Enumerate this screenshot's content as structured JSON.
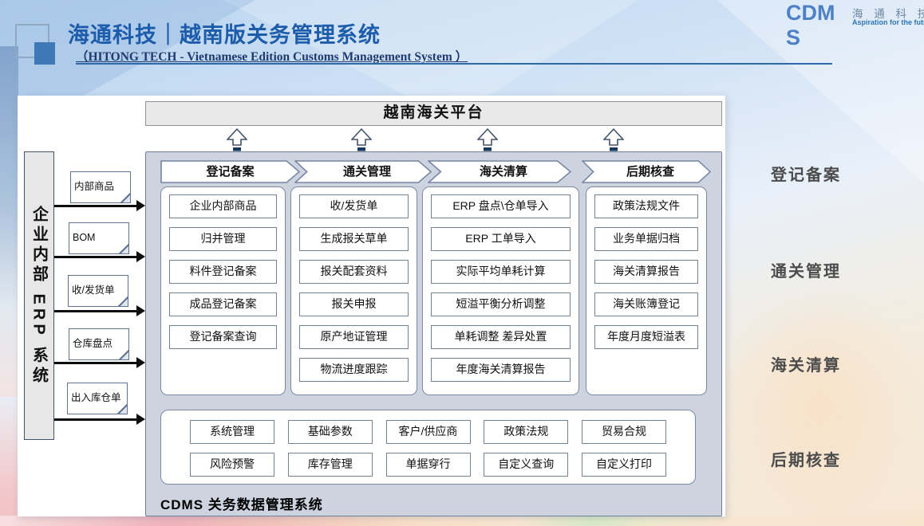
{
  "header": {
    "title": "海通科技｜越南版关务管理系统",
    "subtitle": "（HITONG TECH - Vietnamese Edition Customs Management System ）"
  },
  "brand": {
    "logo": "CDMS",
    "company": "海 通 科 技",
    "slogan": "Aspiration for the future"
  },
  "platform": {
    "label": "越南海关平台"
  },
  "erp": {
    "label": "企业内部 ERP 系统",
    "docs": [
      "内部商品",
      "BOM",
      "收/发货单",
      "仓库盘点",
      "出入库仓单"
    ]
  },
  "columns": [
    {
      "header": "登记备案",
      "items": [
        "企业内部商品",
        "归并管理",
        "料件登记备案",
        "成品登记备案",
        "登记备案查询"
      ]
    },
    {
      "header": "通关管理",
      "items": [
        "收/发货单",
        "生成报关草单",
        "报关配套资料",
        "报关申报",
        "原产地证管理",
        "物流进度跟踪"
      ]
    },
    {
      "header": "海关清算",
      "items": [
        "ERP 盘点\\仓单导入",
        "ERP 工单导入",
        "实际平均单耗计算",
        "短溢平衡分析调整",
        "单耗调整 差异处置",
        "年度海关清算报告"
      ]
    },
    {
      "header": "后期核查",
      "items": [
        "政策法规文件",
        "业务单据归档",
        "海关清算报告",
        "海关账簿登记",
        "年度月度短溢表"
      ]
    }
  ],
  "bottom": {
    "rows": [
      [
        "系统管理",
        "基础参数",
        "客户/供应商",
        "政策法规",
        "贸易合规"
      ],
      [
        "风险预警",
        "库存管理",
        "单据穿行",
        "自定义查询",
        "自定义打印"
      ]
    ],
    "caption": "CDMS 关务数据管理系统"
  },
  "side_labels": [
    "登记备案",
    "通关管理",
    "海关清算",
    "后期核查"
  ],
  "colors": {
    "title_blue": "#1d5cab",
    "accent_blue": "#2e75b6",
    "logo_blue": "#4d80c4",
    "container_fill": "#cdd3df",
    "border_blue_gray": "#7a8aa6",
    "arrow_navy": "#17375e"
  }
}
